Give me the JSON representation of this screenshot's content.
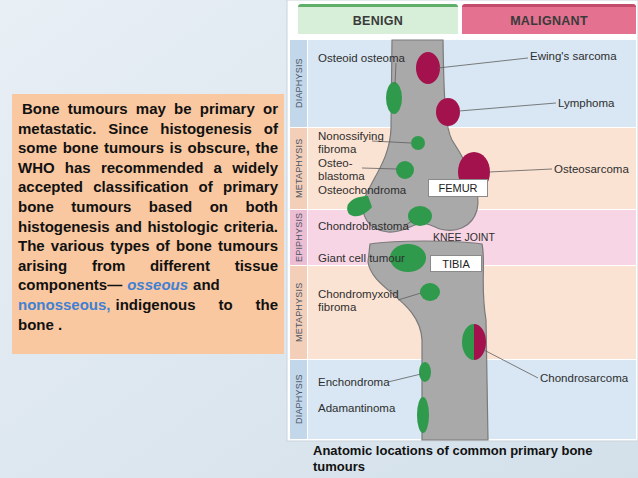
{
  "diagram": {
    "caption": "Anatomic locations of common primary bone tumours",
    "nodes": [
      {
        "text": [
          "Bone tumours may be primary or metastatic. Since histogenesis of some bone tumours is obscure, the WHO has recommended a widely accepted classification of primary bone tumours based on both histogenesis and histologic criteria. The various types of bone tumours arising from different tissue components—",
          "osseous",
          "and",
          "nonosseous,",
          "indigenous to the bone ."
        ]
      },
      {
        "text": [
          "BENIGN"
        ]
      },
      {
        "text": [
          "MALIGNANT"
        ]
      },
      {
        "text": [
          "DIAPHYSIS"
        ]
      },
      {
        "text": [
          "METAPHYSIS"
        ]
      },
      {
        "text": [
          "EPIPHYSIS"
        ]
      },
      {
        "text": [
          "METAPHYSIS"
        ]
      },
      {
        "text": [
          "DIAPHYSIS"
        ]
      },
      {
        "text": [
          "FEMUR"
        ]
      },
      {
        "text": [
          "TIBIA"
        ]
      }
    ],
    "labels": [
      "Osteoid osteoma",
      "Ewing's sarcoma",
      "Lymphoma",
      "Nonossifying fibroma",
      "Osteo- blastoma",
      "Osteochondroma",
      "Osteosarcoma",
      "Chondroblastoma",
      "KNEE JOINT",
      "Giant cell tumour",
      "Chondromyxoid fibroma",
      "Enchondroma",
      "Chondrosarcoma",
      "Adamantinoma"
    ]
  }
}
